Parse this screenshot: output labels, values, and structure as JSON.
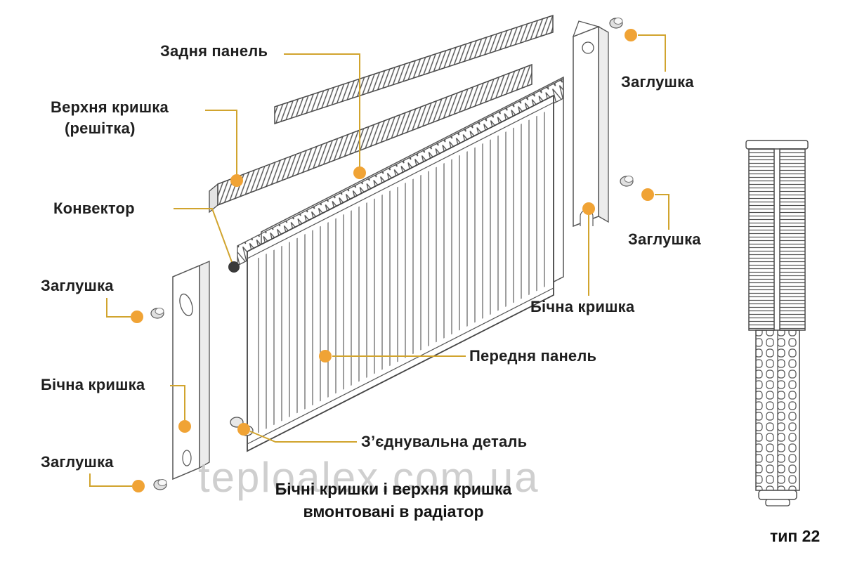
{
  "colors": {
    "leader_line": "#d1a42e",
    "anchor_dot": "#f0a335",
    "convector_dot": "#3a3a3a",
    "label_text": "#1f1f1f",
    "drawing_stroke": "#4a4a4a",
    "watermark_text": "#c9c9c9"
  },
  "labels": {
    "back_panel": "Задня панель",
    "top_cover_line1": "Верхня кришка",
    "top_cover_line2": "(решітка)",
    "convector": "Конвектор",
    "plug_left_top": "Заглушка",
    "side_cover_left": "Бічна кришка",
    "plug_left_bottom": "Заглушка",
    "plug_right_top": "Заглушка",
    "plug_right_mid": "Заглушка",
    "side_cover_right": "Бічна кришка",
    "front_panel": "Передня панель",
    "connector": "З’єднувальна деталь"
  },
  "note": {
    "line1": "Бічні кришки і верхня кришка",
    "line2": "вмонтовані в радіатор"
  },
  "watermark": "teploalex.com.ua",
  "type_caption": "тип 22"
}
